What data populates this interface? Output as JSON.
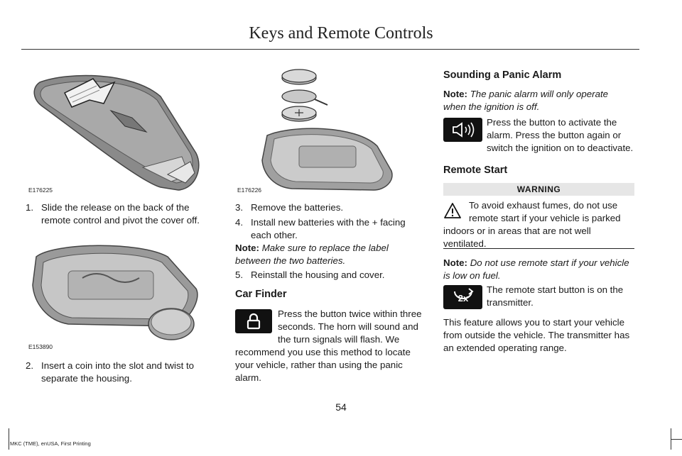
{
  "header": {
    "title": "Keys and Remote Controls"
  },
  "column1": {
    "image1_caption": "E176225",
    "step1_num": "1.",
    "step1_line1": "Slide the release on the back of the",
    "step1_line2": "remote control and pivot the cover off.",
    "image2_caption": "E153890",
    "step2_num": "2.",
    "step2_line1": "Insert a coin into the slot and twist to",
    "step2_line2": "separate the housing."
  },
  "column2": {
    "image3_caption": "E176226",
    "step3_num": "3.",
    "step3_text": "Remove the batteries.",
    "step4_num": "4.",
    "step4_line1": "Install new batteries with the + facing",
    "step4_line2": "each other.",
    "note_label": "Note:",
    "note_line1": "Make sure to replace the label",
    "note_line2": "between the two batteries.",
    "step5_num": "5.",
    "step5_text": "Reinstall the housing and cover.",
    "car_finder_heading": "Car Finder",
    "car_finder_icon": "lock-icon",
    "car_finder_line1": "Press the button twice within three",
    "car_finder_line2": "seconds. The horn will sound and",
    "car_finder_line3": "the turn signals will flash. We",
    "car_finder_line4": "recommend you use this method to locate",
    "car_finder_line5": "your vehicle, rather than using the panic",
    "car_finder_line6": "alarm."
  },
  "column3": {
    "panic_heading": "Sounding a Panic Alarm",
    "panic_note_label": "Note:",
    "panic_note_line1": "The panic alarm will only operate",
    "panic_note_line2": "when the ignition is off.",
    "panic_icon": "horn-icon",
    "panic_line1": "Press the button to activate the",
    "panic_line2": "alarm. Press the button again or",
    "panic_line3": "switch the ignition on to deactivate.",
    "remote_start_heading": "Remote Start",
    "warning_label": "WARNING",
    "warning_icon": "warning-triangle-icon",
    "warning_line1": "To avoid exhaust fumes, do not use",
    "warning_line2": "remote start if your vehicle is parked",
    "warning_line3": "indoors or in areas that are not well",
    "warning_line4": "ventilated.",
    "rs_note_label": "Note:",
    "rs_note_line1": "Do not use remote start if your vehicle",
    "rs_note_line2": "is low on fuel.",
    "rs_icon": "remote-start-2x-icon",
    "rs_icon_text": "2x",
    "rs_button_line1": "The remote start button is on the",
    "rs_button_line2": "transmitter.",
    "rs_feature_line1": "This feature allows you to start your vehicle",
    "rs_feature_line2": "from outside the vehicle. The transmitter has",
    "rs_feature_line3": "an extended operating range."
  },
  "footer": {
    "page_number": "54",
    "print_info": "MKC (TME), enUSA, First Printing"
  }
}
